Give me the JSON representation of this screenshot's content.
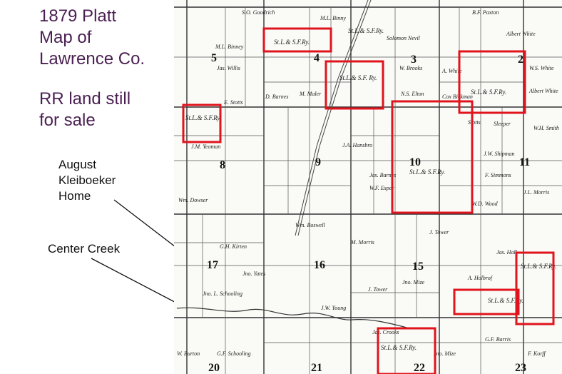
{
  "title_lines": [
    "1879 Platt",
    "Map of",
    "Lawrence Co."
  ],
  "subtitle_lines": [
    "RR land still",
    "for sale"
  ],
  "callouts": {
    "kleiboeker": [
      "August",
      "Kleiboeker",
      "Home"
    ],
    "creek": "Center Creek"
  },
  "colors": {
    "title": "#4a1f52",
    "highlight": "#e0141c",
    "map_ink": "#222222"
  },
  "map": {
    "section_numbers": [
      "5",
      "4",
      "3",
      "2",
      "8",
      "9",
      "10",
      "11",
      "17",
      "16",
      "15",
      "20",
      "21",
      "22",
      "23"
    ],
    "railroad_labels": [
      "St.L.& S.F.Ry.",
      "St.L.& S.F. Ry.",
      "St.L.& S.F.Ry.",
      "St.L.& S.F.Ry.",
      "St.L.& S.F.Ry.",
      "St.L.& S.F.Ry.",
      "St.L.& S.F.Ry.",
      "St.L.& S.F.Ry.",
      "St.L.& S.F.Ry."
    ],
    "owner_names": [
      "S.O. Goodrich",
      "M.L. Binny",
      "B.F. Paxton",
      "Albert White",
      "Solomon Nevil",
      "M.L. Binney",
      "Jas. Willis",
      "W. Brooks",
      "A. White",
      "W.S. White",
      "Albert White",
      "E. Stotts",
      "D. Barnes",
      "M. Maler",
      "N.S. Elton",
      "Cox Bickman",
      "Stotts",
      "Sleeper",
      "W.H. Smith",
      "J.M. Yeoman",
      "J.A. Hansbro",
      "Jas. Barnes",
      "W.F. Esper",
      "J.W. Shipman",
      "F. Simmons",
      "Wm. Dowser",
      "Wm. Boswell",
      "M. Morris",
      "J. Tower",
      "W.D. Wood",
      "Jno. Mize",
      "Jas. Hall",
      "J. Tower",
      "G.H. Kirten",
      "Jno. Yates",
      "A. Holbrof",
      "J.W. Young",
      "Jas. Crooks",
      "Jno. Mize",
      "G.F. Barris",
      "F. Korff",
      "W. Burton",
      "G.F. Schooling",
      "J.L. Morris",
      "Jno. L. Schooling"
    ]
  }
}
